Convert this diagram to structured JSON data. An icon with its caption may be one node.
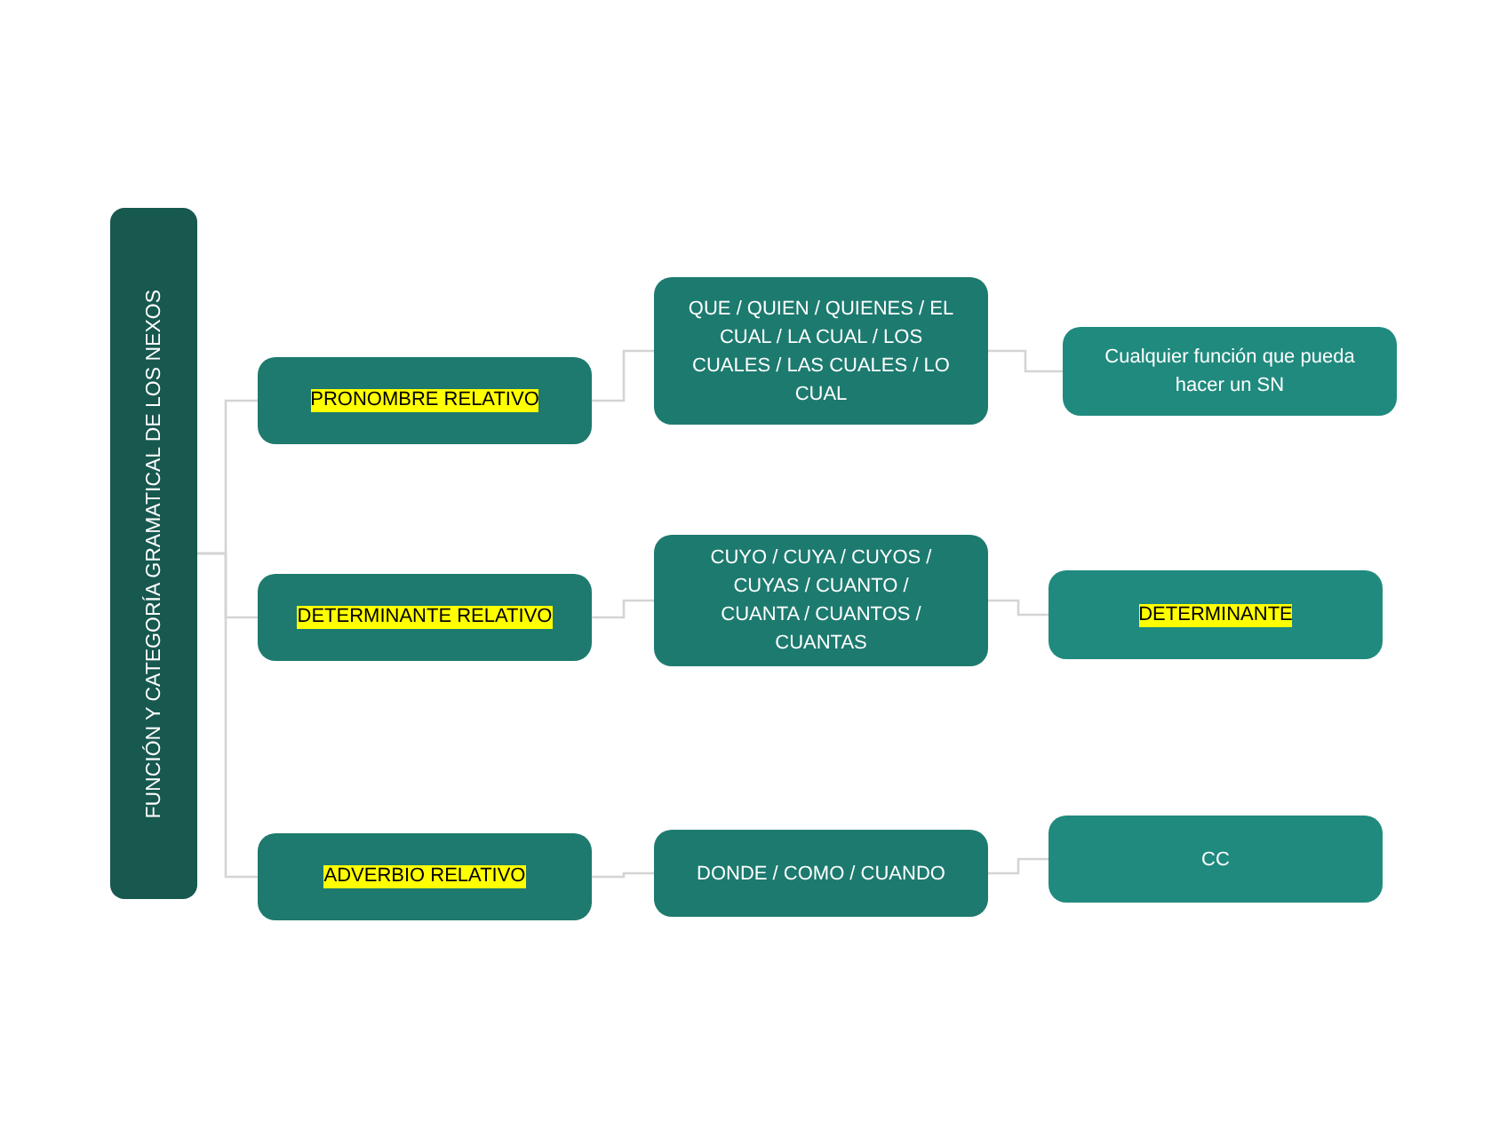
{
  "diagram": {
    "nodes": [
      {
        "text": [
          "FUNCIÓN Y CATEGORÍA GRAMATICAL DE LOS NEXOS"
        ]
      },
      {
        "text": [
          "PRONOMBRE RELATIVO"
        ]
      },
      {
        "text": [
          "QUE / QUIEN / QUIENES / EL CUAL / LA CUAL / LOS CUALES / LAS CUALES / LO CUAL"
        ]
      },
      {
        "text": [
          "Cualquier función que pueda hacer un SN"
        ]
      },
      {
        "text": [
          "DETERMINANTE RELATIVO"
        ]
      },
      {
        "text": [
          "CUYO / CUYA / CUYOS / CUYAS / CUANTO / CUANTA / CUANTOS / CUANTAS"
        ]
      },
      {
        "text": [
          "DETERMINANTE"
        ]
      },
      {
        "text": [
          "ADVERBIO RELATIVO"
        ]
      },
      {
        "text": [
          "DONDE / COMO / CUANDO"
        ]
      },
      {
        "text": [
          "CC"
        ]
      }
    ],
    "edges": [
      {
        "from": 0,
        "to": 1,
        "arrow": "none"
      },
      {
        "from": 1,
        "to": 2,
        "arrow": "none"
      },
      {
        "from": 2,
        "to": 3,
        "arrow": "none"
      },
      {
        "from": 0,
        "to": 4,
        "arrow": "none"
      },
      {
        "from": 4,
        "to": 5,
        "arrow": "none"
      },
      {
        "from": 5,
        "to": 6,
        "arrow": "none"
      },
      {
        "from": 0,
        "to": 7,
        "arrow": "none"
      },
      {
        "from": 7,
        "to": 8,
        "arrow": "none"
      },
      {
        "from": 8,
        "to": 9,
        "arrow": "none"
      }
    ]
  }
}
